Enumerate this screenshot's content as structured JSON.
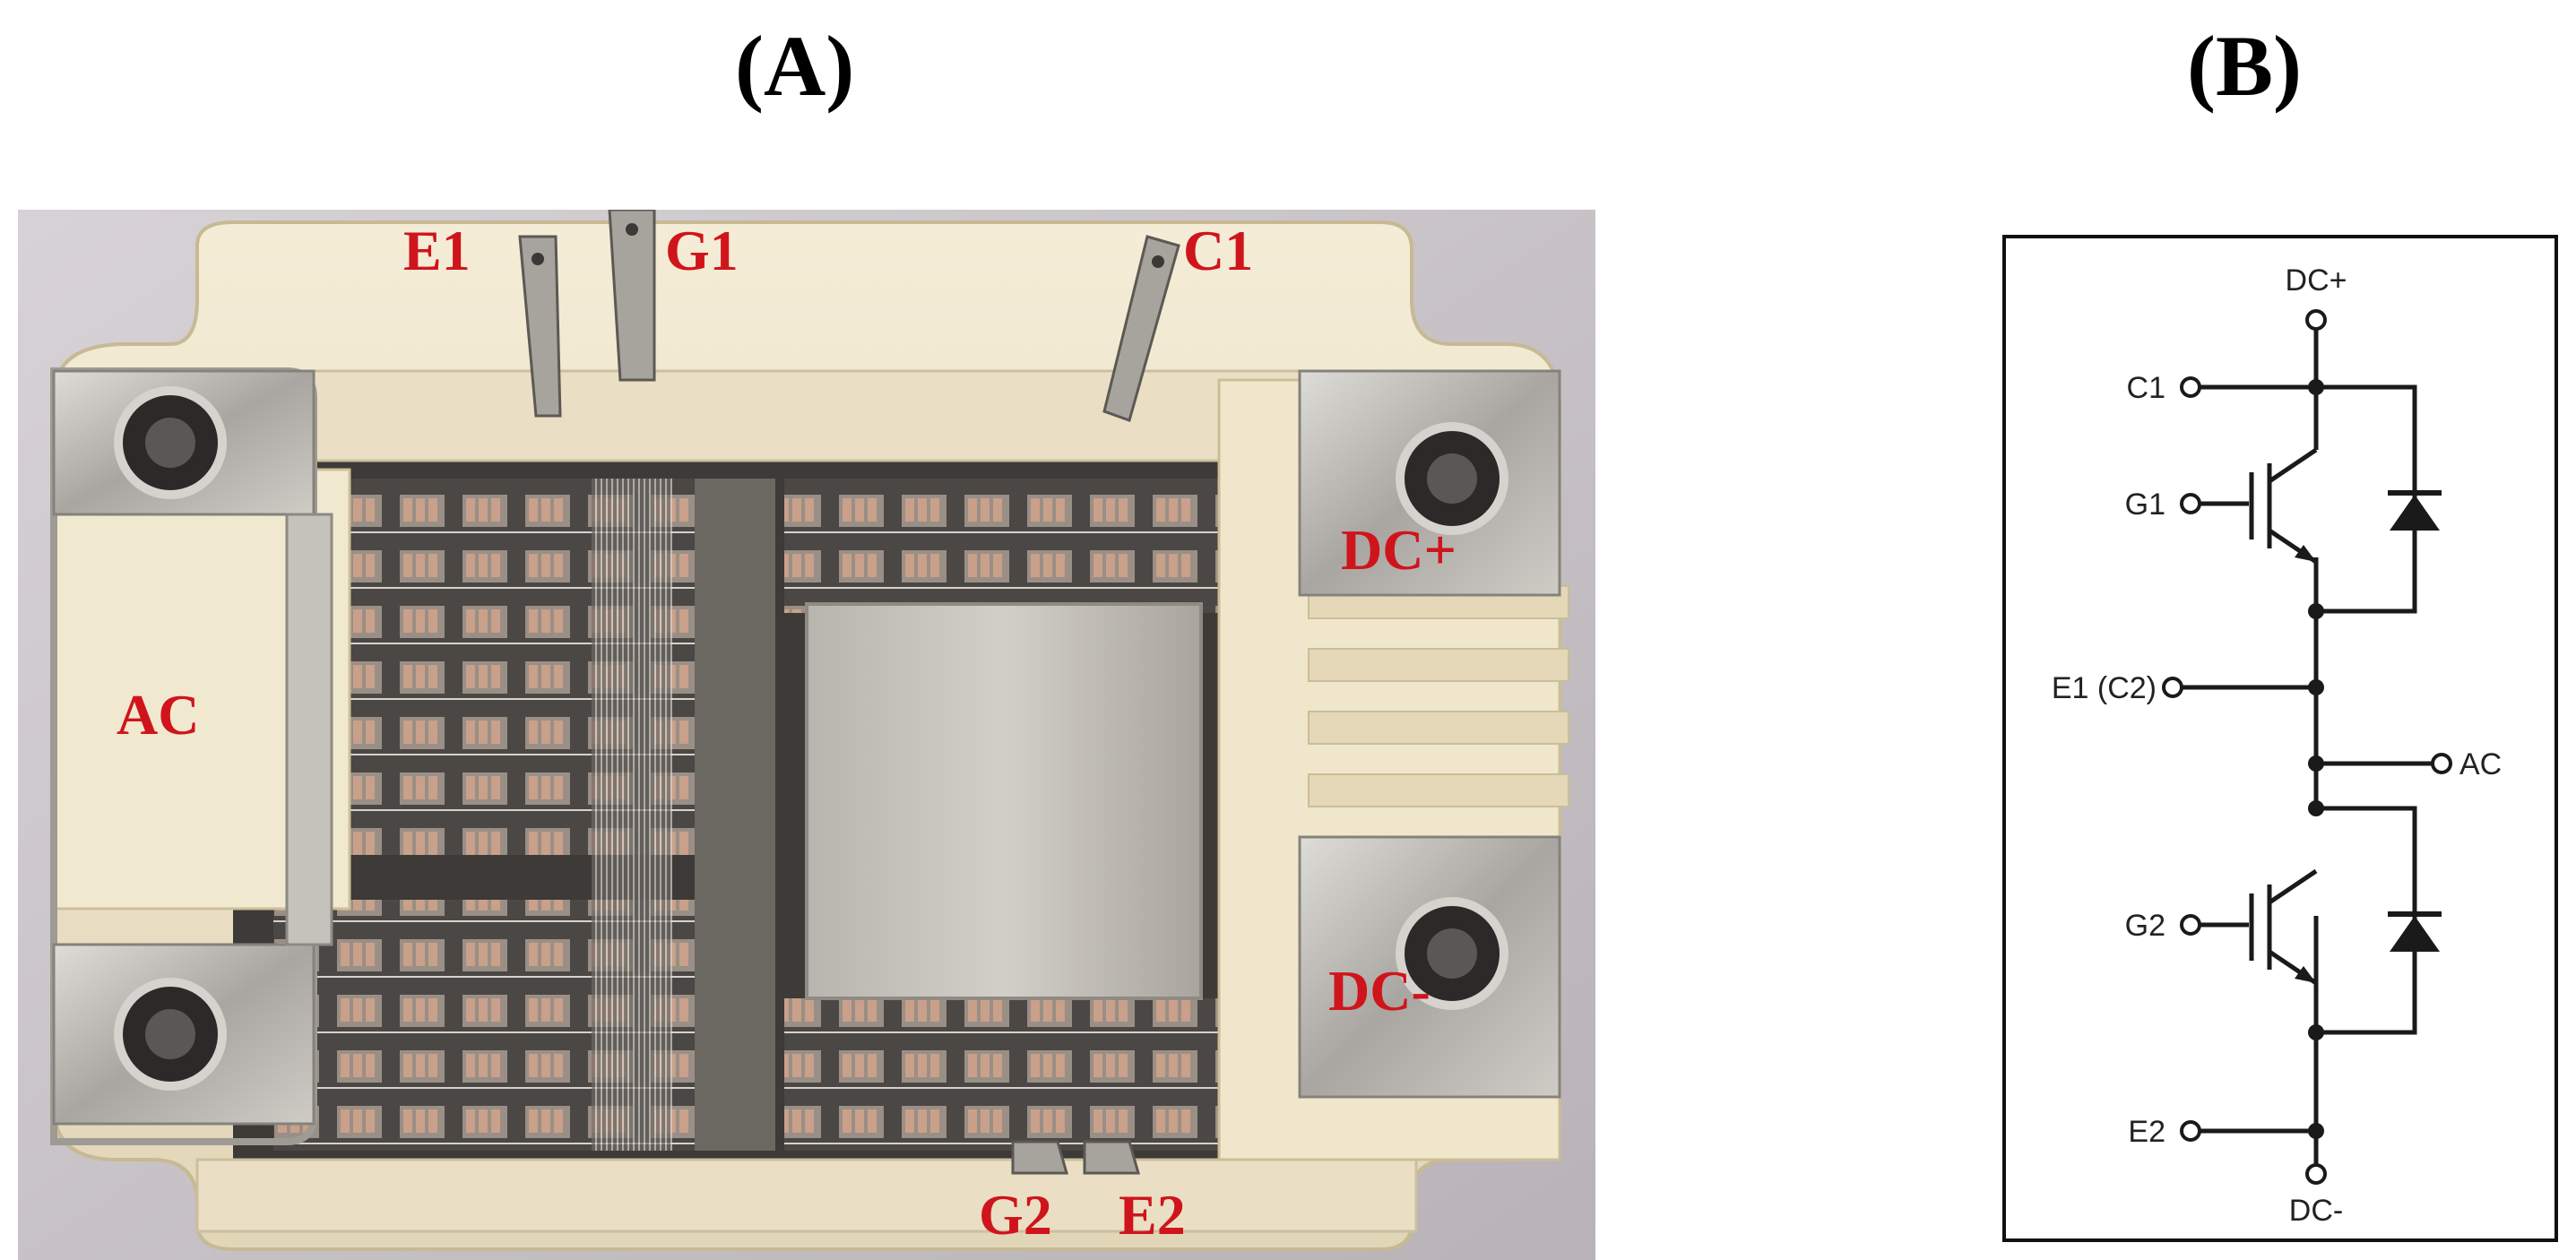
{
  "panel_a": {
    "title": "(A)"
  },
  "panel_b": {
    "title": "(B)"
  },
  "photo_labels": {
    "e1": "E1",
    "g1": "G1",
    "c1": "C1",
    "ac": "AC",
    "dc_plus": "DC+",
    "dc_minus": "DC-",
    "g2": "G2",
    "e2": "E2"
  },
  "schematic_labels": {
    "dc_plus": "DC+",
    "c1": "C1",
    "g1": "G1",
    "e1_c2": "E1 (C2)",
    "ac": "AC",
    "g2": "G2",
    "e2": "E2",
    "dc_minus": "DC-"
  },
  "colors": {
    "label_red": "#d0141c",
    "housing": "#efe6cf",
    "metal": "#b9b6b0",
    "wire": "#1a1a1a"
  }
}
